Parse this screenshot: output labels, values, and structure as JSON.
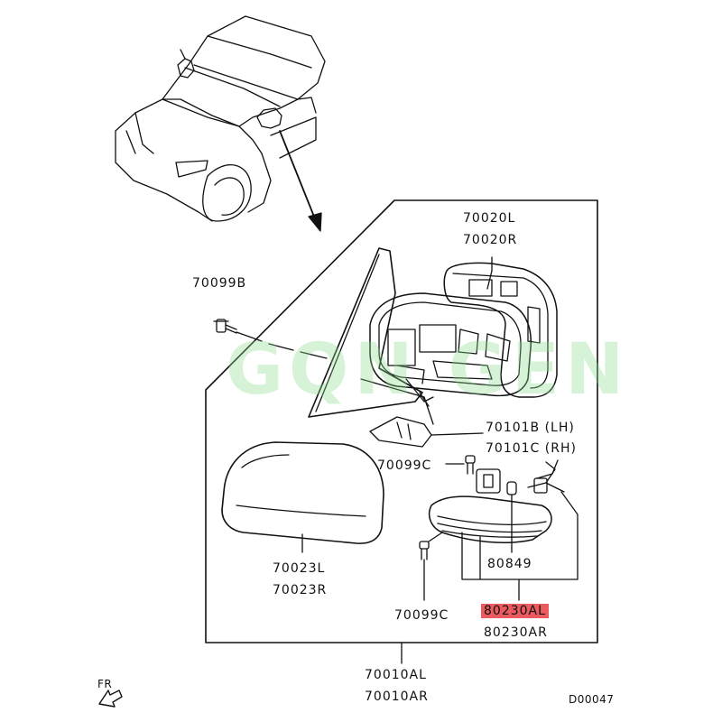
{
  "watermark": "GQN GEN",
  "labels": {
    "p70020": [
      "70020L",
      "70020R"
    ],
    "p70099b": "70099B",
    "p70101": [
      "70101B (LH)",
      "70101C (RH)"
    ],
    "p70099c_upper": "70099C",
    "p80849": "80849",
    "p80230": [
      "80230AL",
      "80230AR"
    ],
    "p70023": [
      "70023L",
      "70023R"
    ],
    "p70099c_lower": "70099C",
    "p70010": [
      "70010AL",
      "70010AR"
    ],
    "front_marker": "FR",
    "diagram_id": "D00047"
  },
  "highlight_color": "#ea5a5f"
}
